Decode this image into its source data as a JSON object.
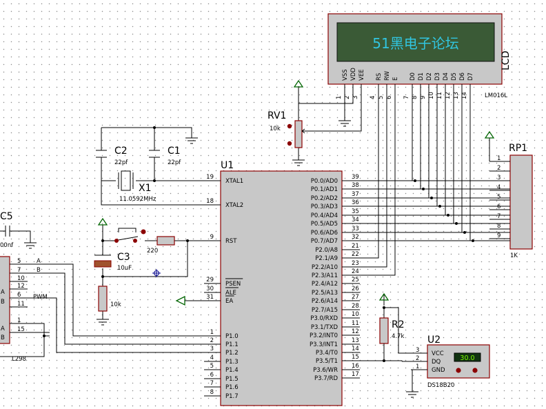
{
  "lcd": {
    "ref": "LCD",
    "part": "LM016L",
    "display_text": "51黑电子论坛",
    "display_bg": "#3a5a36",
    "display_fg": "#31c5e0",
    "pins": [
      {
        "name": "VSS",
        "num": "1"
      },
      {
        "name": "VDD",
        "num": "2"
      },
      {
        "name": "VEE",
        "num": "3"
      },
      {
        "name": "RS",
        "num": "4"
      },
      {
        "name": "RW",
        "num": "5"
      },
      {
        "name": "E",
        "num": "6"
      },
      {
        "name": "D0",
        "num": "7"
      },
      {
        "name": "D1",
        "num": "8"
      },
      {
        "name": "D2",
        "num": "9"
      },
      {
        "name": "D3",
        "num": "10"
      },
      {
        "name": "D4",
        "num": "11"
      },
      {
        "name": "D5",
        "num": "12"
      },
      {
        "name": "D6",
        "num": "13"
      },
      {
        "name": "D7",
        "num": "14"
      }
    ]
  },
  "rv1": {
    "ref": "RV1",
    "value": "10k"
  },
  "rp1": {
    "ref": "RP1",
    "value": "1K",
    "pins": [
      "1",
      "2",
      "3",
      "4",
      "5",
      "6",
      "7",
      "8",
      "9"
    ]
  },
  "c2": {
    "ref": "C2",
    "value": "22pf"
  },
  "c1": {
    "ref": "C1",
    "value": "22pf"
  },
  "x1": {
    "ref": "X1",
    "value": "11.0592MHz"
  },
  "c3": {
    "ref": "C3",
    "value": "10uF"
  },
  "c5": {
    "ref": "C5",
    "value": "00nf"
  },
  "r220": {
    "value": "220"
  },
  "r10k": {
    "value": "10k"
  },
  "r2": {
    "ref": "R2",
    "value": "4.7k"
  },
  "u1": {
    "ref": "U1",
    "left_pins": [
      {
        "name": "XTAL1",
        "num": "19"
      },
      {
        "name": "XTAL2",
        "num": "18"
      },
      {
        "name": "RST",
        "num": "9"
      },
      {
        "name": "PSEN",
        "num": "29"
      },
      {
        "name": "ALE",
        "num": "30"
      },
      {
        "name": "EA",
        "num": "31"
      },
      {
        "name": "P1.0",
        "num": "1"
      },
      {
        "name": "P1.1",
        "num": "2"
      },
      {
        "name": "P1.2",
        "num": "3"
      },
      {
        "name": "P1.3",
        "num": "4"
      },
      {
        "name": "P1.4",
        "num": "5"
      },
      {
        "name": "P1.5",
        "num": "6"
      },
      {
        "name": "P1.6",
        "num": "7"
      },
      {
        "name": "P1.7",
        "num": "8"
      }
    ],
    "right_pins": [
      {
        "name": "P0.0/AD0",
        "num": "39"
      },
      {
        "name": "P0.1/AD1",
        "num": "38"
      },
      {
        "name": "P0.2/AD2",
        "num": "37"
      },
      {
        "name": "P0.3/AD3",
        "num": "36"
      },
      {
        "name": "P0.4/AD4",
        "num": "35"
      },
      {
        "name": "P0.5/AD5",
        "num": "34"
      },
      {
        "name": "P0.6/AD6",
        "num": "33"
      },
      {
        "name": "P0.7/AD7",
        "num": "32"
      },
      {
        "name": "P2.0/A8",
        "num": "21"
      },
      {
        "name": "P2.1/A9",
        "num": "22"
      },
      {
        "name": "P2.2/A10",
        "num": "23"
      },
      {
        "name": "P2.3/A11",
        "num": "24"
      },
      {
        "name": "P2.4/A12",
        "num": "25"
      },
      {
        "name": "P2.5/A13",
        "num": "26"
      },
      {
        "name": "P2.6/A14",
        "num": "27"
      },
      {
        "name": "P2.7/A15",
        "num": "28"
      },
      {
        "name": "P3.0/RXD",
        "num": "10"
      },
      {
        "name": "P3.1/TXD",
        "num": "11"
      },
      {
        "name": "P3.2/INT0",
        "num": "12"
      },
      {
        "name": "P3.3/INT1",
        "num": "13"
      },
      {
        "name": "P3.4/T0",
        "num": "14"
      },
      {
        "name": "P3.5/T1",
        "num": "15"
      },
      {
        "name": "P3.6/WR",
        "num": "16"
      },
      {
        "name": "P3.7/RD",
        "num": "17"
      }
    ]
  },
  "u2": {
    "ref": "U2",
    "part": "DS18B20",
    "reading": "30.0",
    "pins": [
      {
        "name": "VCC",
        "num": "3"
      },
      {
        "name": "DQ",
        "num": "2"
      },
      {
        "name": "GND",
        "num": "1"
      }
    ]
  },
  "left_conn": {
    "pins": [
      "5",
      "7",
      "10",
      "12",
      "6",
      "11",
      "1",
      "15"
    ],
    "side_labels": [
      "A",
      "B",
      "A",
      "B",
      "A",
      "B"
    ],
    "nets": [
      "A",
      "B",
      "PWM",
      "L298"
    ]
  },
  "colors": {
    "body_fill": "#c8c8c8",
    "body_border": "#8b0000",
    "wire": "#000000",
    "probe": "#006400",
    "pin_dot": "#8b0000"
  }
}
